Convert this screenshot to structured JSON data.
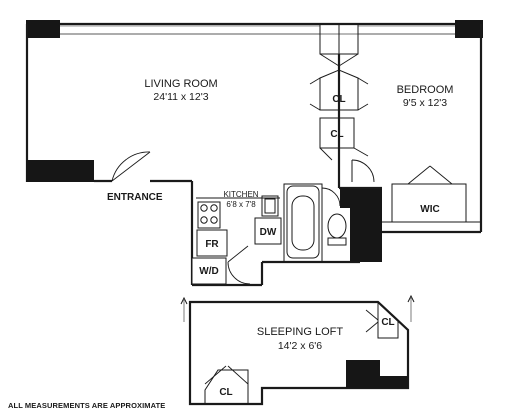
{
  "rooms": {
    "living": {
      "name": "LIVING ROOM",
      "dims": "24'11 x 12'3"
    },
    "bedroom": {
      "name": "BEDROOM",
      "dims": "9'5 x 12'3"
    },
    "kitchen": {
      "name": "KITCHEN",
      "dims": "6'8 x 7'8"
    },
    "loft": {
      "name": "SLEEPING LOFT",
      "dims": "14'2 x 6'6"
    }
  },
  "labels": {
    "entrance": "ENTRANCE",
    "wic": "WIC",
    "fr": "FR",
    "dw": "DW",
    "wd": "W/D",
    "closet_upper": "CL",
    "closet_lower": "CL",
    "closet_loft_right": "CL",
    "closet_loft_bottom": "CL"
  },
  "footer": {
    "note": "ALL MEASUREMENTS ARE APPROXIMATE"
  }
}
